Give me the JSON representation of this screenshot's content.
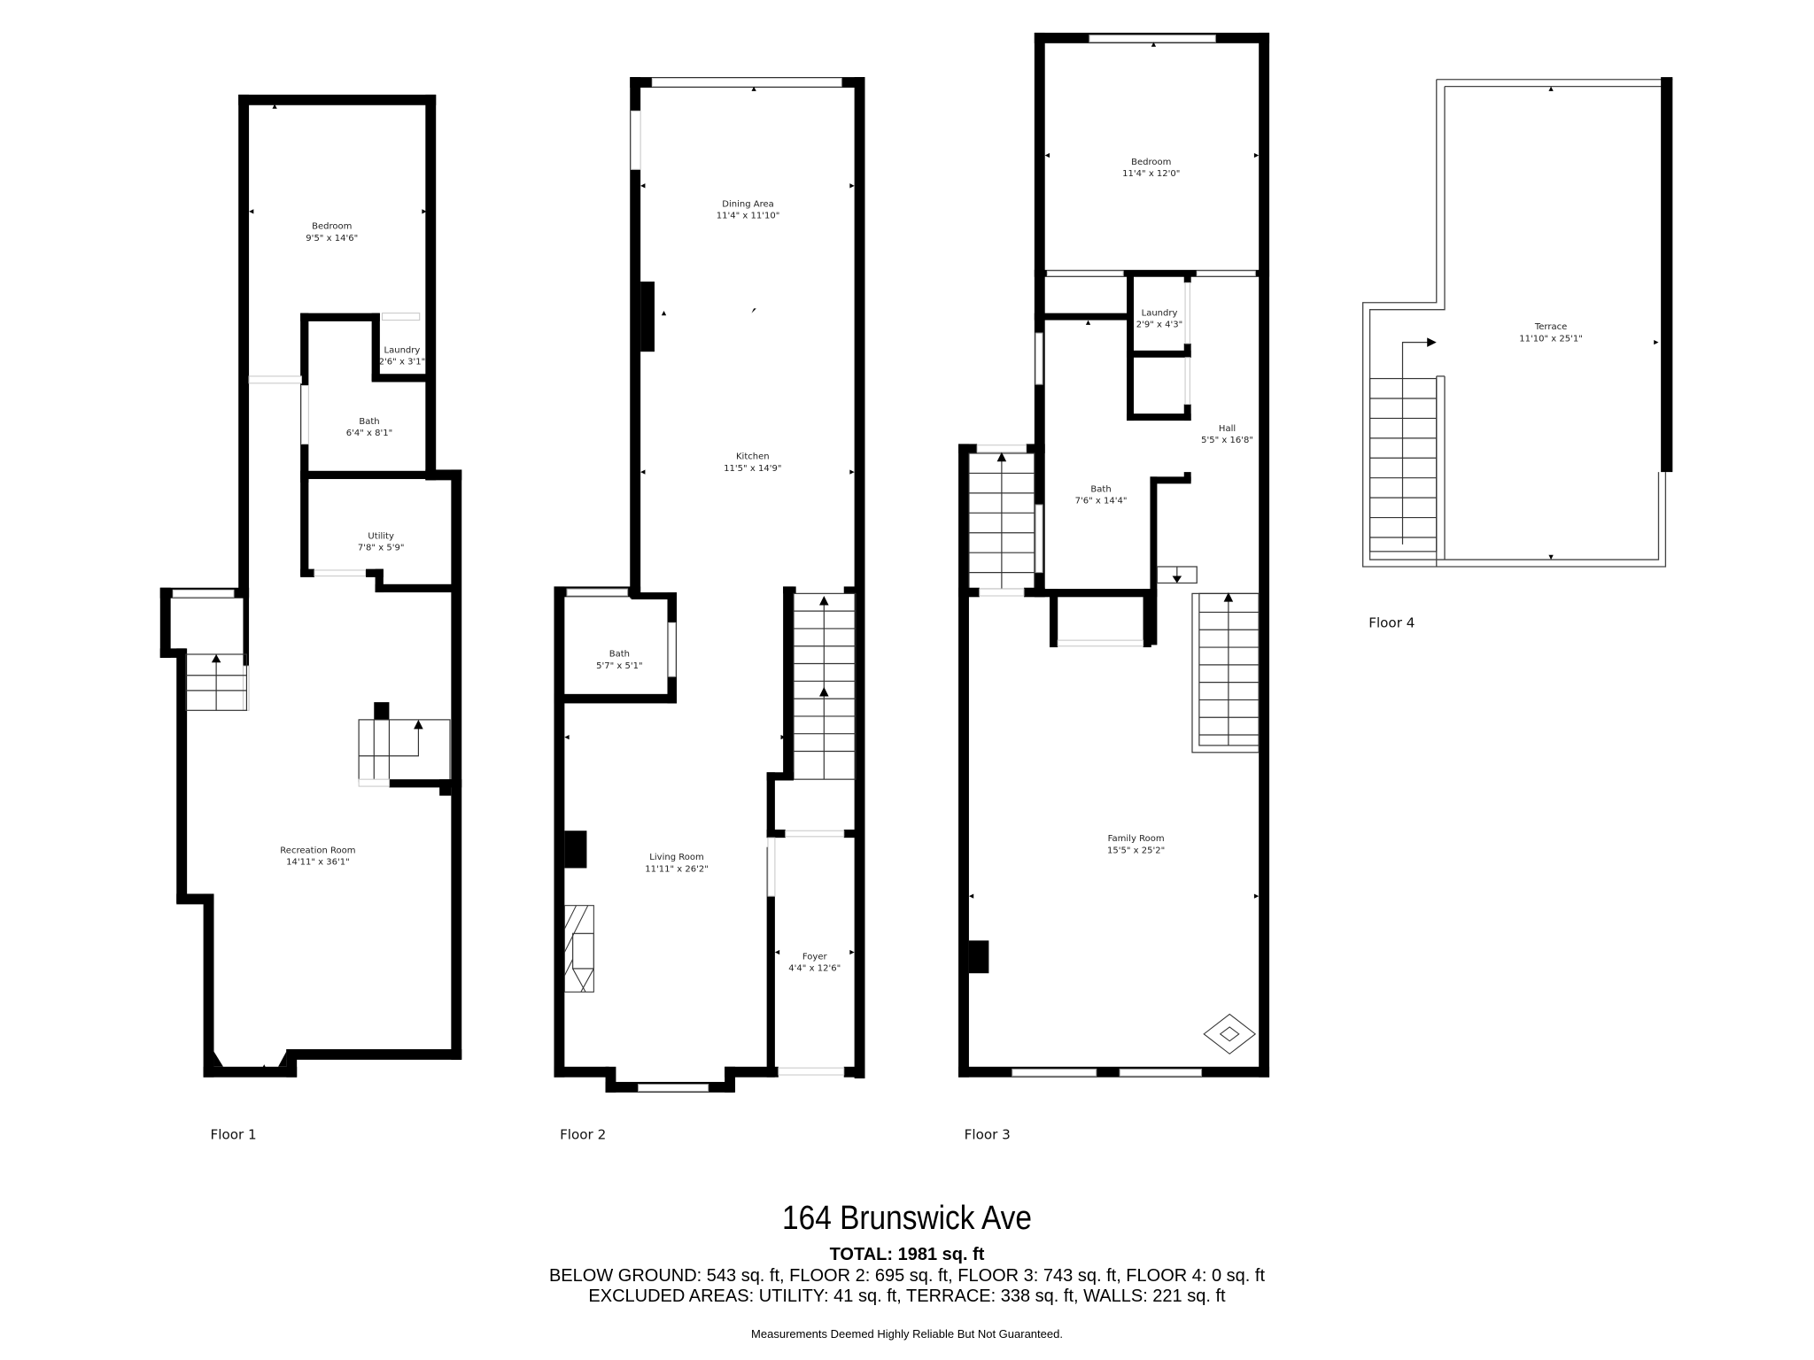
{
  "property": {
    "address": "164 Brunswick Ave",
    "total": "TOTAL: 1981 sq. ft",
    "breakdown": "BELOW GROUND: 543 sq. ft, FLOOR 2: 695 sq. ft, FLOOR 3: 743 sq. ft, FLOOR 4: 0 sq. ft",
    "excluded": "EXCLUDED AREAS: UTILITY: 41 sq. ft, TERRACE: 338 sq. ft, WALLS: 221 sq. ft",
    "disclaimer": "Measurements Deemed Highly Reliable But Not Guaranteed."
  },
  "floors": [
    {
      "label": "Floor 1",
      "rooms": [
        {
          "name": "Bedroom",
          "dims": "9'5\" x 14'6\""
        },
        {
          "name": "Laundry",
          "dims": "2'6\" x 3'1\""
        },
        {
          "name": "Bath",
          "dims": "6'4\" x 8'1\""
        },
        {
          "name": "Utility",
          "dims": "7'8\" x 5'9\""
        },
        {
          "name": "Recreation Room",
          "dims": "14'11\" x 36'1\""
        }
      ]
    },
    {
      "label": "Floor 2",
      "rooms": [
        {
          "name": "Dining Area",
          "dims": "11'4\" x 11'10\""
        },
        {
          "name": "Kitchen",
          "dims": "11'5\" x 14'9\""
        },
        {
          "name": "Bath",
          "dims": "5'7\" x 5'1\""
        },
        {
          "name": "Living Room",
          "dims": "11'11\" x 26'2\""
        },
        {
          "name": "Foyer",
          "dims": "4'4\" x 12'6\""
        }
      ]
    },
    {
      "label": "Floor 3",
      "rooms": [
        {
          "name": "Bedroom",
          "dims": "11'4\" x 12'0\""
        },
        {
          "name": "Laundry",
          "dims": "2'9\" x 4'3\""
        },
        {
          "name": "Hall",
          "dims": "5'5\" x 16'8\""
        },
        {
          "name": "Bath",
          "dims": "7'6\" x 14'4\""
        },
        {
          "name": "Family Room",
          "dims": "15'5\" x 25'2\""
        }
      ]
    },
    {
      "label": "Floor 4",
      "rooms": [
        {
          "name": "Terrace",
          "dims": "11'10\" x 25'1\""
        }
      ]
    }
  ],
  "colors": {
    "wall": "#000000",
    "background": "#ffffff",
    "text": "#222222"
  }
}
